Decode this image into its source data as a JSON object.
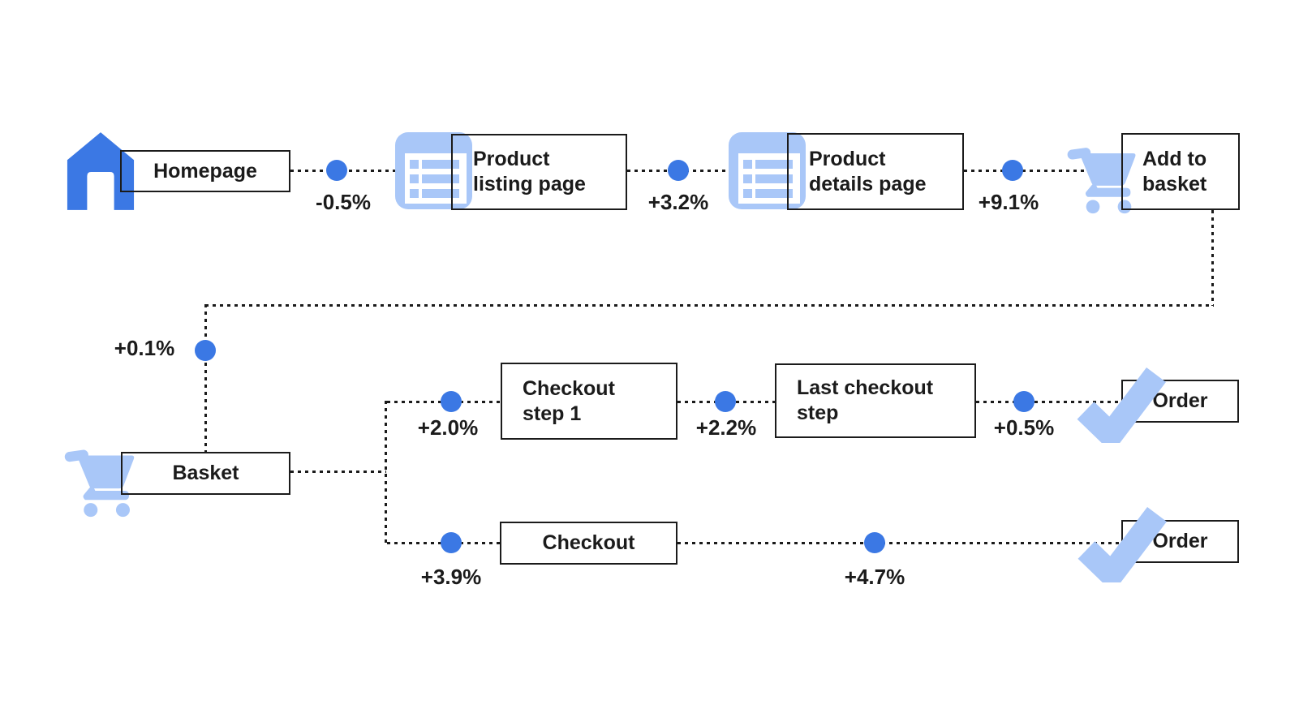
{
  "colors": {
    "accent_blue": "#3B78E4",
    "light_blue": "#A9C7F8",
    "line_black": "#1B1B1B"
  },
  "nodes": {
    "homepage": {
      "label": "Homepage",
      "icon": "home-icon"
    },
    "product_listing": {
      "label": "Product listing page",
      "icon": "product-list-icon"
    },
    "product_details": {
      "label": "Product details page",
      "icon": "product-list-icon"
    },
    "add_to_basket": {
      "label": "Add to basket",
      "icon": "cart-icon"
    },
    "basket": {
      "label": "Basket",
      "icon": "cart-icon"
    },
    "checkout_step_1": {
      "label": "Checkout step 1"
    },
    "last_checkout_step": {
      "label": "Last checkout step"
    },
    "order_top": {
      "label": "Order",
      "icon": "check-icon"
    },
    "checkout": {
      "label": "Checkout"
    },
    "order_bottom": {
      "label": "Order",
      "icon": "check-icon"
    }
  },
  "deltas": {
    "homepage_to_listing": "-0.5%",
    "listing_to_details": "+3.2%",
    "details_to_add_to_basket": "+9.1%",
    "add_to_basket_to_basket": "+0.1%",
    "basket_to_checkout_step_1": "+2.0%",
    "checkout_step_1_to_last": "+2.2%",
    "last_to_order": "+0.5%",
    "basket_to_checkout": "+3.9%",
    "checkout_to_order": "+4.7%"
  }
}
